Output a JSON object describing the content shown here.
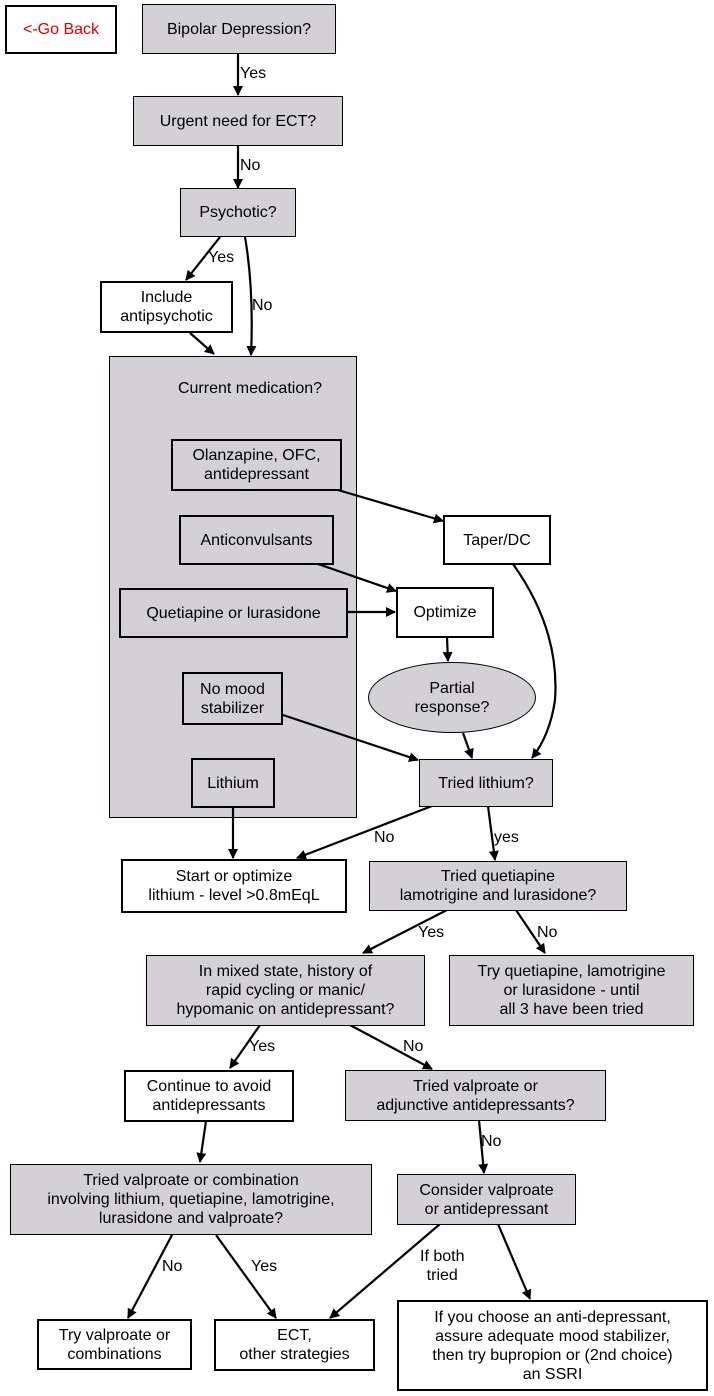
{
  "back_button": "<-Go Back",
  "nodes": {
    "bipolar": "Bipolar Depression?",
    "urgent_ect": "Urgent need for ECT?",
    "psychotic": "Psychotic?",
    "include_antipsychotic": "Include\nantipsychotic",
    "current_medication": "Current medication?",
    "olanzapine": "Olanzapine, OFC,\nantidepressant",
    "anticonvulsants": "Anticonvulsants",
    "quetiapine_lurasidone": "Quetiapine or lurasidone",
    "no_mood_stabilizer": "No mood\nstabilizer",
    "lithium": "Lithium",
    "taper_dc": "Taper/DC",
    "optimize": "Optimize",
    "partial_response": "Partial\nresponse?",
    "tried_lithium": "Tried lithium?",
    "start_lithium": "Start or optimize\nlithium - level >0.8mEqL",
    "tried_quetiapine": "Tried quetiapine\nlamotrigine and lurasidone?",
    "mixed_state": "In mixed state, history of\nrapid cycling or manic/\nhypomanic on antidepressant?",
    "try_quetiapine": "Try quetiapine, lamotrigine\nor lurasidone - until\nall 3 have been tried",
    "continue_avoid": "Continue to avoid\nantidepressants",
    "tried_valproate_adjunctive": "Tried valproate or\nadjunctive antidepressants?",
    "tried_valproate_combination": "Tried valproate or combination\ninvolving lithium, quetiapine, lamotrigine,\nlurasidone and valproate?",
    "consider_valproate": "Consider valproate\nor antidepressant",
    "try_valproate_combinations": "Try valproate or\ncombinations",
    "ect_other": "ECT,\nother strategies",
    "if_antidepressant": "If you choose an anti-depressant,\nassure adequate mood stabilizer,\nthen try bupropion or (2nd choice)\nan SSRI"
  },
  "edge_labels": {
    "bipolar_yes": "Yes",
    "urgent_no": "No",
    "psychotic_yes": "Yes",
    "psychotic_no": "No",
    "tried_lithium_no": "No",
    "tried_lithium_yes": "yes",
    "tried_quetiapine_yes": "Yes",
    "tried_quetiapine_no": "No",
    "mixed_yes": "Yes",
    "mixed_no": "No",
    "adjunctive_no": "No",
    "combination_no": "No",
    "combination_yes": "Yes",
    "consider_if_both": "If both\ntried"
  },
  "colors": {
    "decision_fill": "#d3d1d5",
    "back_text": "#e00000"
  }
}
